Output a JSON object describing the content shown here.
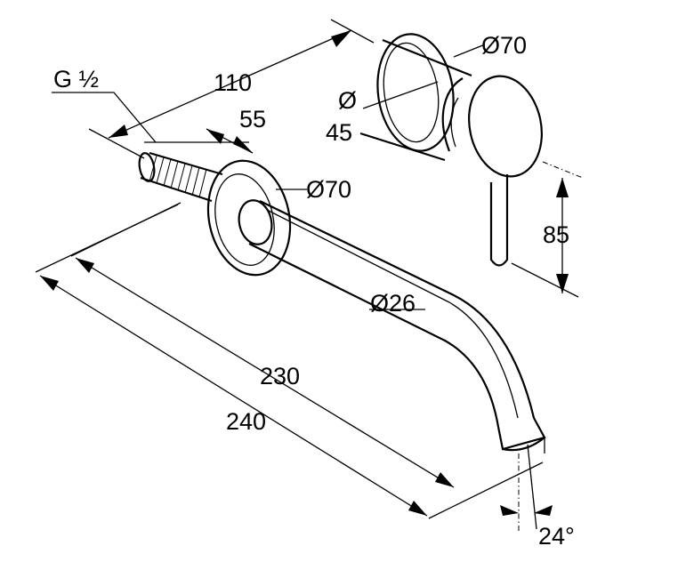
{
  "dimensions": {
    "thread": "G ½",
    "d110": "110",
    "d55": "55",
    "dia70_flange": "Ø70",
    "dia70_mixer": "Ø70",
    "dia45_symbol": "Ø",
    "dia45_value": "45",
    "d85": "85",
    "dia26": "Ø26",
    "d230": "230",
    "d240": "240",
    "angle24": "24°"
  }
}
